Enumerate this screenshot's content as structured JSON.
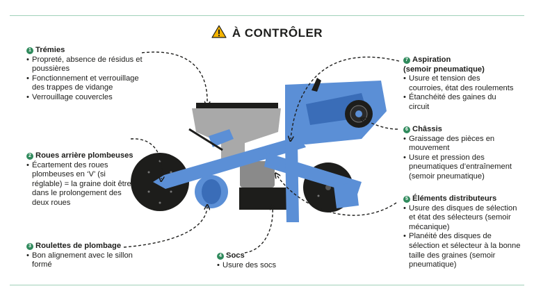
{
  "title": "À CONTRÔLER",
  "icons": {
    "warning": "warning-triangle-icon"
  },
  "colors": {
    "blue": "#5b8fd6",
    "dark_blue": "#3a6db8",
    "grey": "#a9a9a9",
    "black": "#1d1d1b",
    "accent_green": "#2f8a5c"
  },
  "callouts": [
    {
      "num": "1",
      "title": "Trémies",
      "subtitle": "",
      "items": [
        "Propreté, absence de résidus et poussières",
        "Fonctionnement et verrouillage des trappes de vidange",
        "Verrouillage couvercles"
      ]
    },
    {
      "num": "2",
      "title": "Roues arrière plombeuses",
      "subtitle": "",
      "items": [
        "Écartement des roues plombeuses en ‘V’ (si réglable) = la graine doit être dans le prolongement des deux roues"
      ]
    },
    {
      "num": "3",
      "title": "Roulettes de plombage",
      "subtitle": "",
      "items": [
        "Bon alignement avec le sillon formé"
      ]
    },
    {
      "num": "4",
      "title": "Socs",
      "subtitle": "",
      "items": [
        "Usure des socs"
      ]
    },
    {
      "num": "5",
      "title": "Éléments distributeurs",
      "subtitle": "",
      "items": [
        "Usure des disques de sélection et état des sélecteurs (semoir mécanique)",
        "Planéité des disques de sélection et sélecteur à la bonne taille des graines (semoir pneumatique)"
      ]
    },
    {
      "num": "6",
      "title": "Châssis",
      "subtitle": "",
      "items": [
        "Graissage des pièces en mouvement",
        "Usure et pression des pneumatiques d’entraînement (semoir pneumatique)"
      ]
    },
    {
      "num": "7",
      "title": "Aspiration",
      "subtitle": "(semoir pneumatique)",
      "items": [
        "Usure et tension des courroies, état des roulements",
        "Étanchéité des gaines du circuit"
      ]
    }
  ]
}
